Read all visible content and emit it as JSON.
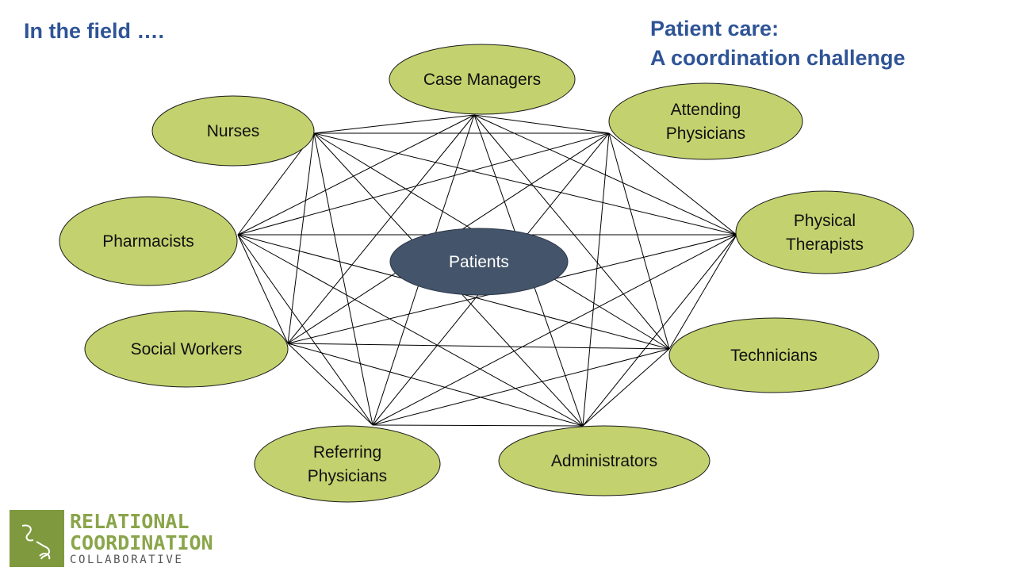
{
  "title_left": "In the field ….",
  "title_right": [
    "Patient care:",
    "A coordination challenge"
  ],
  "center_node": "Patients",
  "nodes": [
    {
      "id": "case-managers",
      "lines": [
        "Case Managers"
      ]
    },
    {
      "id": "attending-physicians",
      "lines": [
        "Attending",
        "Physicians"
      ]
    },
    {
      "id": "physical-therapists",
      "lines": [
        "Physical",
        "Therapists"
      ]
    },
    {
      "id": "technicians",
      "lines": [
        "Technicians"
      ]
    },
    {
      "id": "administrators",
      "lines": [
        "Administrators"
      ]
    },
    {
      "id": "referring-physicians",
      "lines": [
        "Referring",
        "Physicians"
      ]
    },
    {
      "id": "social-workers",
      "lines": [
        "Social Workers"
      ]
    },
    {
      "id": "pharmacists",
      "lines": [
        "Pharmacists"
      ]
    },
    {
      "id": "nurses",
      "lines": [
        "Nurses"
      ]
    }
  ],
  "logo": {
    "line1": "RELATIONAL",
    "line2": "COORDINATION",
    "line3": "COLLABORATIVE"
  },
  "colors": {
    "heading": "#2f5496",
    "node_fill": "#c3d26e",
    "center_fill": "#44546a",
    "logo_green": "#7f9a3e"
  }
}
